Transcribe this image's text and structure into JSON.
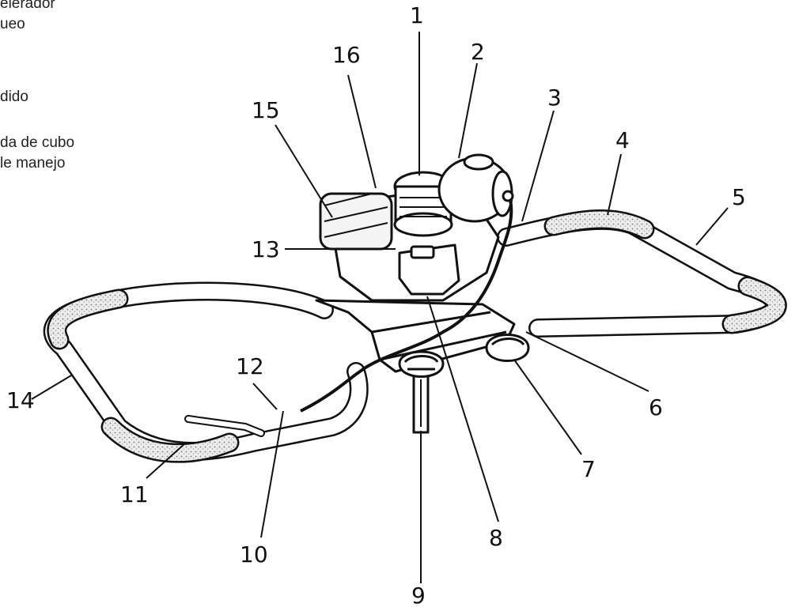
{
  "left_text_fragments": [
    "elerador",
    "ueo",
    "dido",
    "da de cubo",
    "le manejo"
  ],
  "callouts": [
    "1",
    "2",
    "3",
    "4",
    "5",
    "6",
    "7",
    "8",
    "9",
    "10",
    "11",
    "12",
    "13",
    "14",
    "15",
    "16"
  ],
  "colors": {
    "ink": "#111111",
    "background": "#ffffff",
    "grip": "#e6e6e6"
  }
}
